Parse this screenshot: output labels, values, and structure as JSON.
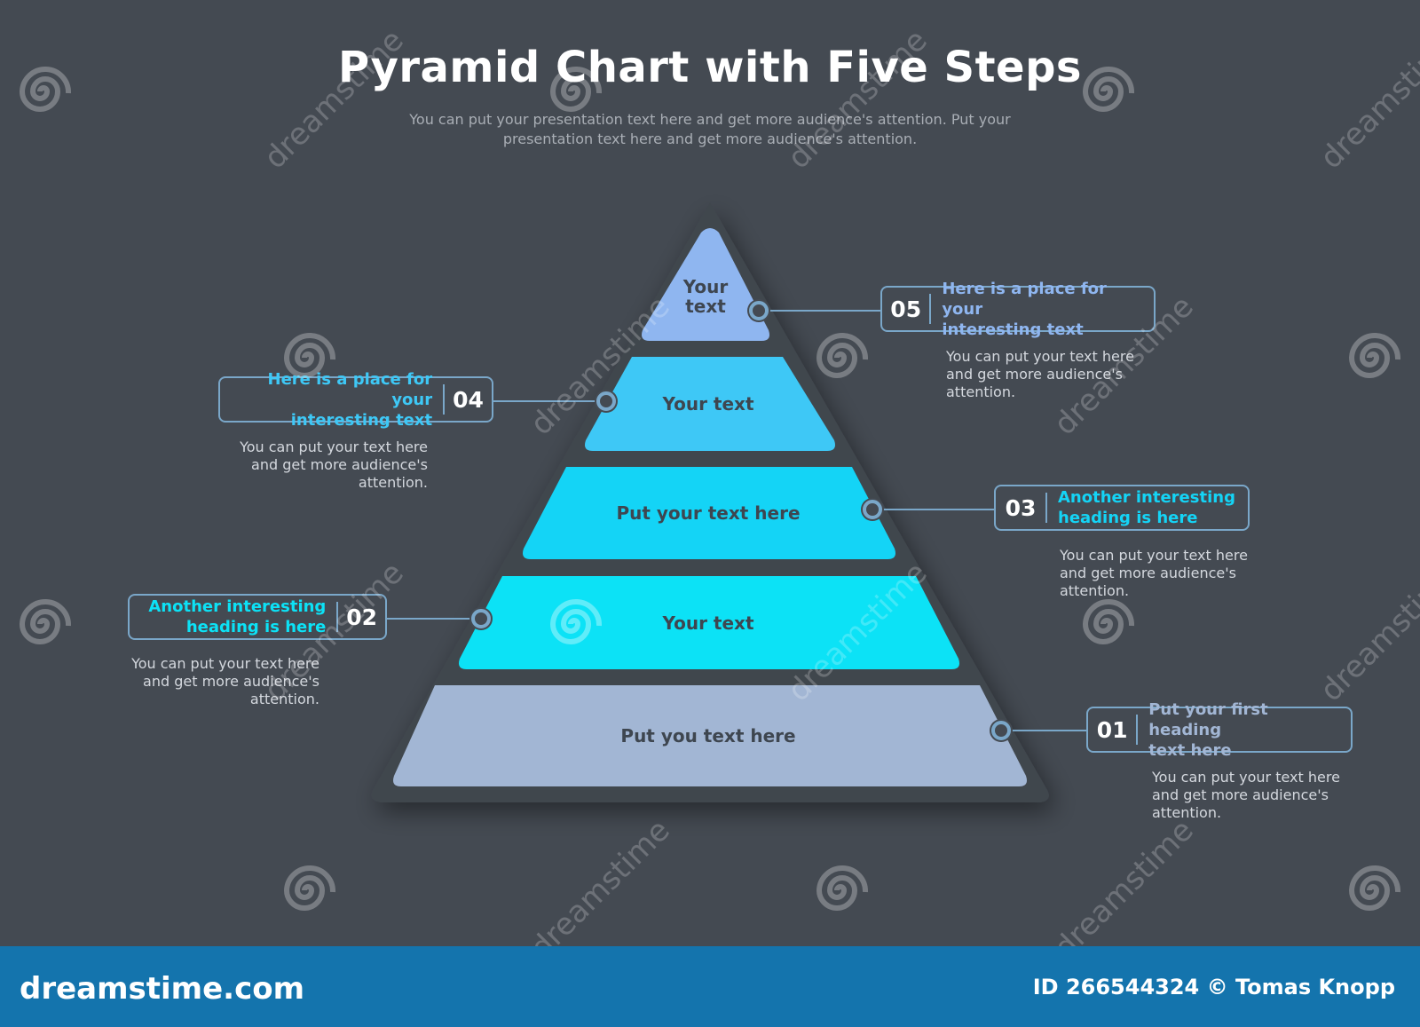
{
  "header": {
    "title": "Pyramid Chart with Five Steps",
    "subtitle": "You can put your presentation text here and get more audience's attention. Put your presentation text here and get more audience's attention."
  },
  "pyramid": {
    "tiers": [
      {
        "label_line1": "Your",
        "label_line2": "text",
        "color": "#8fb6f0"
      },
      {
        "label": "Your text",
        "color": "#3ec8f6"
      },
      {
        "label": "Put your text here",
        "color": "#14d4f6"
      },
      {
        "label": "Your text",
        "color": "#0ce2f6"
      },
      {
        "label": "Put you text here",
        "color": "#a2b6d4"
      }
    ]
  },
  "steps": [
    {
      "number": "05",
      "heading_line1": "Here is a place for your",
      "heading_line2": "interesting text",
      "heading_color": "#8fb6f0",
      "description": "You can put your text here and get more audience's attention."
    },
    {
      "number": "04",
      "heading_line1": "Here is a place for your",
      "heading_line2": "interesting text",
      "heading_color": "#3ec8f6",
      "description": "You can put your text here and get more audience's attention."
    },
    {
      "number": "03",
      "heading_line1": "Another interesting",
      "heading_line2": "heading is here",
      "heading_color": "#14d4f6",
      "description": "You can put your text here and get more audience's attention."
    },
    {
      "number": "02",
      "heading_line1": "Another interesting",
      "heading_line2": "heading is here",
      "heading_color": "#0ce2f6",
      "description": "You can put your text here and get more audience's attention."
    },
    {
      "number": "01",
      "heading_line1": "Put your first heading",
      "heading_line2": "text here",
      "heading_color": "#a2b6d4",
      "description": "You can put your text here and get more audience's attention."
    }
  ],
  "watermark": {
    "text": "dreamstime",
    "brand": "dreamstime.com",
    "credit": "ID 266544324 © Tomas Knopp"
  }
}
